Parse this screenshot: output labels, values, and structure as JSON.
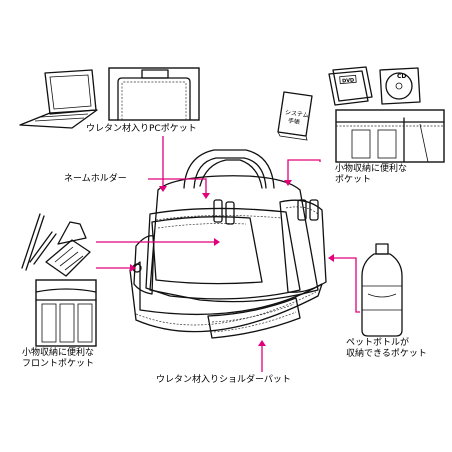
{
  "labels": {
    "pc_pocket": "ウレタン材入りPCポケット",
    "name_holder": "ネームホルダー",
    "small_items_right": [
      "小物収納に便利な",
      "ポケット"
    ],
    "bottle_pocket": [
      "ペットボトルが",
      "収納できるポケット"
    ],
    "small_items_front": [
      "小物収納に便利な",
      "フロントポケット"
    ],
    "shoulder_pad": "ウレタン材入りショルダーパット"
  },
  "item_text": {
    "book_title": [
      "システム",
      "手帳"
    ],
    "cd_label": "CD",
    "dvd_label": "DVD"
  },
  "colors": {
    "pointer": "#e0007a",
    "line": "#111111",
    "bag_fill": "#f2f2f2"
  }
}
